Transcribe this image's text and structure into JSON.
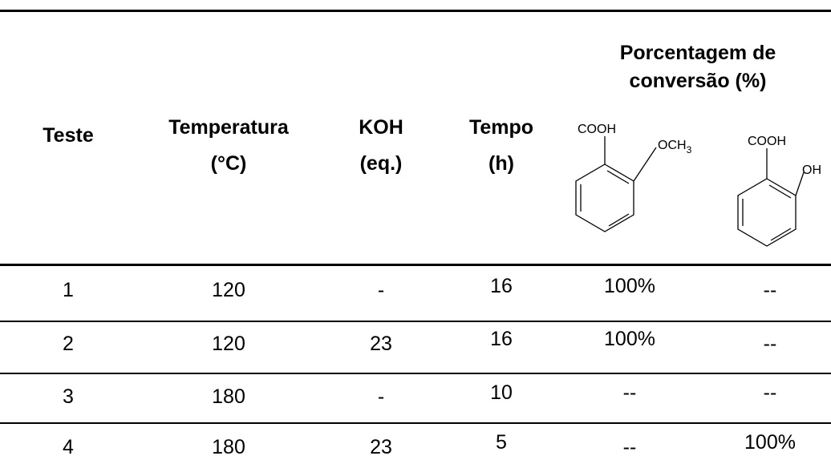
{
  "table": {
    "headers": {
      "teste": "Teste",
      "temperatura_line1": "Temperatura",
      "temperatura_line2": "(°C)",
      "koh_line1": "KOH",
      "koh_line2": "(eq.)",
      "tempo_line1": "Tempo",
      "tempo_line2": "(h)",
      "conversao_line1": "Porcentagem de",
      "conversao_line2": "conversão (%)"
    },
    "structures": {
      "methoxy": {
        "acid_group": "COOH",
        "substituent_base": "OCH",
        "substituent_subscript": "3"
      },
      "hydroxy": {
        "acid_group": "COOH",
        "substituent": "OH"
      }
    },
    "rows": [
      {
        "teste": "1",
        "temperatura": "120",
        "koh": "-",
        "tempo": "16",
        "conv_methoxy": "100%",
        "conv_hydroxy": "--"
      },
      {
        "teste": "2",
        "temperatura": "120",
        "koh": "23",
        "tempo": "16",
        "conv_methoxy": "100%",
        "conv_hydroxy": "--"
      },
      {
        "teste": "3",
        "temperatura": "180",
        "koh": "-",
        "tempo": "10",
        "conv_methoxy": "--",
        "conv_hydroxy": "--"
      },
      {
        "teste": "4",
        "temperatura": "180",
        "koh": "23",
        "tempo": "5",
        "conv_methoxy": "--",
        "conv_hydroxy": "100%"
      }
    ]
  }
}
